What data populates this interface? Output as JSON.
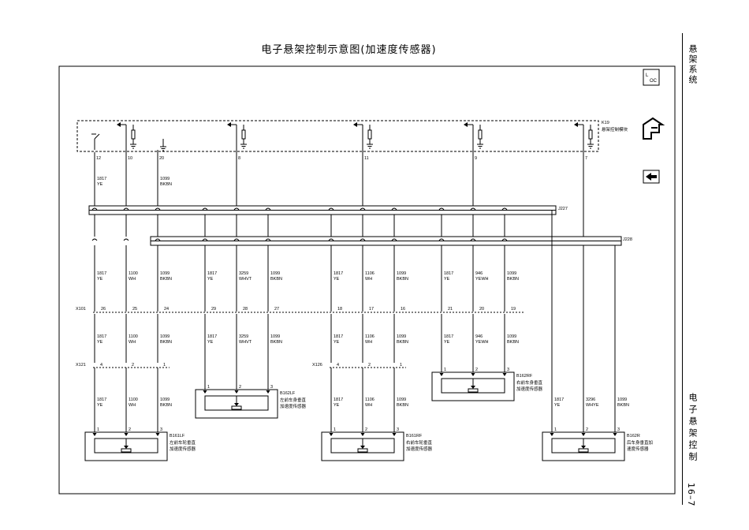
{
  "title": "电子悬架控制示意图(加速度传感器)",
  "side": {
    "top": "悬架系统",
    "middle": "电子悬架控制",
    "page": "16–7"
  },
  "icons": {
    "loc": "L\nOC",
    "module_icon": "module-connector-icon",
    "back_icon": "left-arrow-icon"
  },
  "module": {
    "id": "K19",
    "name": "悬架控制模块",
    "pins": [
      {
        "pin": "12",
        "type": "switch"
      },
      {
        "pin": "10",
        "type": "arrow-resistor"
      },
      {
        "pin": "20",
        "type": "ground"
      },
      {
        "pin": "8",
        "type": "arrow-resistor"
      },
      {
        "pin": "11",
        "type": "arrow-resistor"
      },
      {
        "pin": "9",
        "type": "arrow-resistor"
      },
      {
        "pin": "7",
        "type": "arrow-resistor"
      }
    ],
    "wires": [
      {
        "circuit": "1817",
        "color": "YE"
      },
      {
        "circuit": "1099",
        "color": "BKBN"
      }
    ]
  },
  "splices": [
    "J227",
    "J228"
  ],
  "connectors": {
    "x101": {
      "label": "X101",
      "pins": [
        "26",
        "25",
        "24",
        "29",
        "28",
        "27",
        "18",
        "17",
        "16",
        "21",
        "20",
        "19"
      ]
    },
    "x121": {
      "label": "X121",
      "pins": [
        "4",
        "2",
        "1"
      ]
    },
    "x126": {
      "label": "X126",
      "pins": [
        "4",
        "2",
        "1"
      ]
    }
  },
  "upper_wires": [
    {
      "circuit": "1817",
      "color": "YE"
    },
    {
      "circuit": "1100",
      "color": "WH"
    },
    {
      "circuit": "1099",
      "color": "BKBN"
    },
    {
      "circuit": "1817",
      "color": "YE"
    },
    {
      "circuit": "3259",
      "color": "WHVT"
    },
    {
      "circuit": "1099",
      "color": "BKBN"
    },
    {
      "circuit": "1817",
      "color": "YE"
    },
    {
      "circuit": "1106",
      "color": "WH"
    },
    {
      "circuit": "1099",
      "color": "BKBN"
    },
    {
      "circuit": "1817",
      "color": "YE"
    },
    {
      "circuit": "946",
      "color": "YEWH"
    },
    {
      "circuit": "1099",
      "color": "BKBN"
    }
  ],
  "lower_left_wires": [
    {
      "circuit": "1817",
      "color": "YE"
    },
    {
      "circuit": "1100",
      "color": "WH"
    },
    {
      "circuit": "1099",
      "color": "BKBN"
    }
  ],
  "lower_mid_wires": [
    {
      "circuit": "1817",
      "color": "YE"
    },
    {
      "circuit": "1106",
      "color": "WH"
    },
    {
      "circuit": "1099",
      "color": "BKBN"
    }
  ],
  "rear_wires": [
    {
      "circuit": "1817",
      "color": "YE"
    },
    {
      "circuit": "3296",
      "color": "WHYE"
    },
    {
      "circuit": "1099",
      "color": "BKBN"
    }
  ],
  "sensors": [
    {
      "id": "B161LF",
      "line1": "左前车轮垂直",
      "line2": "加速度传感器",
      "pins": [
        "1",
        "2",
        "3"
      ]
    },
    {
      "id": "B162LF",
      "line1": "左前车身垂直",
      "line2": "加速度传感器",
      "pins": [
        "1",
        "2",
        "3"
      ]
    },
    {
      "id": "B161RF",
      "line1": "右前车轮垂直",
      "line2": "加速度传感器",
      "pins": [
        "1",
        "2",
        "3"
      ]
    },
    {
      "id": "B162RF",
      "line1": "右前车身垂直",
      "line2": "加速度传感器",
      "pins": [
        "1",
        "2",
        "3"
      ]
    },
    {
      "id": "B162R",
      "line1": "后车身垂直加",
      "line2": "速度传感器",
      "pins": [
        "1",
        "2",
        "3"
      ]
    }
  ]
}
